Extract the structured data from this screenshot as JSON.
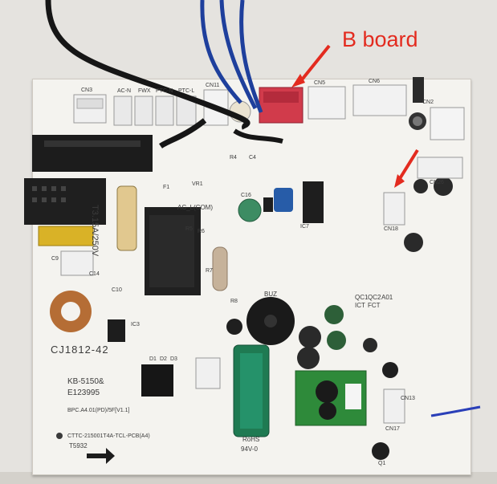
{
  "annotation": {
    "label": "B board",
    "color": "#e32b1f"
  },
  "silkscreen": {
    "connectors": [
      "CN3",
      "AC-N",
      "FWX",
      "PTC-N",
      "PTC-L",
      "CN11",
      "CN5",
      "CN6",
      "CN2",
      "CN18",
      "CN26",
      "CN17"
    ],
    "fuse": "T3.15A/250V",
    "relay": "AC_L(COM)",
    "buzzer": "BUZ",
    "date_code": "CJ1812-42",
    "model_1": "KB-5150&",
    "model_2": "E123995",
    "board_line_1": "BPC.A4.01(PD)/5F[V1.1]",
    "board_line_2": "CTTC-215001T4A-TCL-PCB(A4)",
    "board_number": "T5932",
    "opto_labels": [
      "QC1",
      "QC2",
      "A01",
      "ICT",
      "FCT"
    ],
    "rohs": "RoHS",
    "rating": "94V-0",
    "refs": [
      "R4",
      "C4",
      "D1",
      "D2",
      "D3",
      "IC3",
      "IC7",
      "C9",
      "C10",
      "C14",
      "C16",
      "F1",
      "VR1",
      "R5",
      "R6",
      "R7",
      "R8",
      "Q1",
      "CN13"
    ]
  },
  "colors": {
    "board": "#f4f3ef",
    "wire_black": "#161616",
    "wire_blue": "#1e3f9c",
    "connector_red": "#d13b4b",
    "cap_green": "#1f7a52",
    "dc_module": "#2e8a3a",
    "arrow_red": "#e32b1f",
    "pen_mark": "#2a3fb8"
  }
}
